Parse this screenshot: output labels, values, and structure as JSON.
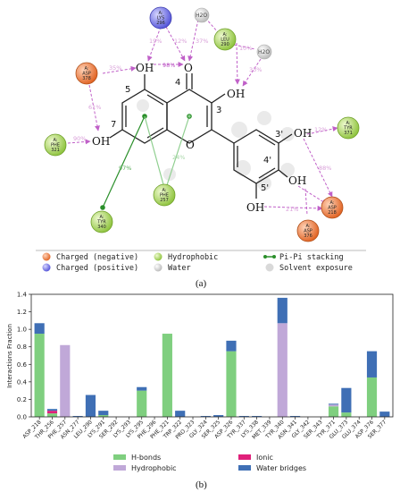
{
  "panel_a": {
    "caption": "(a)",
    "ring_labels": [
      "5",
      "4",
      "3",
      "7",
      "3'",
      "4'",
      "5'"
    ],
    "atoms": {
      "hydroxyl": "OH",
      "ring_oxygen": "O",
      "ketone_oxygen": "O"
    },
    "residues": [
      {
        "chain": "A:",
        "name": "LYS",
        "num": "296",
        "kind": "positive"
      },
      {
        "chain": "A:",
        "name": "LEU",
        "num": "290",
        "kind": "hydrophobic"
      },
      {
        "chain": "A:",
        "name": "ASP",
        "num": "378",
        "kind": "negative"
      },
      {
        "chain": "A:",
        "name": "PHE",
        "num": "321",
        "kind": "hydrophobic"
      },
      {
        "chain": "A:",
        "name": "PHE",
        "num": "257",
        "kind": "hydrophobic"
      },
      {
        "chain": "A:",
        "name": "TYR",
        "num": "340",
        "kind": "hydrophobic"
      },
      {
        "chain": "A:",
        "name": "TYR",
        "num": "371",
        "kind": "hydrophobic"
      },
      {
        "chain": "A:",
        "name": "ASP",
        "num": "218",
        "kind": "negative"
      },
      {
        "chain": "A:",
        "name": "ASP",
        "num": "376",
        "kind": "negative"
      }
    ],
    "waters": [
      "H2O",
      "H2O"
    ],
    "interaction_percents": [
      "19%",
      "12%",
      "37%",
      "98%",
      "10%",
      "61%",
      "35%",
      "33%",
      "90%",
      "97%",
      "24%",
      "88%",
      "12%",
      "21%"
    ],
    "legend": [
      {
        "label": "Charged (negative)",
        "symbol": "negative"
      },
      {
        "label": "Hydrophobic",
        "symbol": "hydrophobic"
      },
      {
        "label": "Pi-Pi stacking",
        "symbol": "pipi"
      },
      {
        "label": "Charged (positive)",
        "symbol": "positive"
      },
      {
        "label": "Water",
        "symbol": "water"
      },
      {
        "label": "Solvent exposure",
        "symbol": "solvent"
      }
    ],
    "colors": {
      "negative": "#e8743b",
      "positive": "#6f6fe8",
      "hydrophobic": "#a8d64a",
      "water": "#cfcfcf",
      "solvent": "#d9d9d9",
      "pipi": "#2a8f2a",
      "hbond": "#d070d0"
    }
  },
  "panel_b": {
    "caption": "(b)"
  },
  "chart_data": {
    "type": "bar",
    "stacked": true,
    "ylabel": "Interactions Fraction",
    "xlabel": "",
    "ylim": [
      0,
      1.4
    ],
    "yticks": [
      0.0,
      0.2,
      0.4,
      0.6,
      0.8,
      1.0,
      1.2,
      1.4
    ],
    "categories": [
      "ASP_218",
      "THR_256",
      "PHE_257",
      "ASN_277",
      "LEU_290",
      "LYS_291",
      "SER_292",
      "LYS_293",
      "LYS_295",
      "PHE_296",
      "PHE_321",
      "TRP_322",
      "PRO_323",
      "GLY_324",
      "SER_325",
      "ASP_326",
      "TYR_337",
      "LYS_338",
      "MET_339",
      "TYR_340",
      "ASN_341",
      "GLY_342",
      "SER_343",
      "TYR_371",
      "GLU_373",
      "GLU_374",
      "ASP_376",
      "SER_377"
    ],
    "series": [
      {
        "name": "H-bonds",
        "color": "#7fcf7f",
        "values": [
          0.95,
          0.04,
          0,
          0,
          0,
          0.02,
          0,
          0,
          0.3,
          0,
          0.95,
          0,
          0,
          0,
          0,
          0.75,
          0,
          0,
          0,
          0,
          0,
          0,
          0,
          0.12,
          0.05,
          0,
          0.45,
          0
        ]
      },
      {
        "name": "Hydrophobic",
        "color": "#c0a8d8",
        "values": [
          0,
          0,
          0.82,
          0,
          0,
          0,
          0,
          0,
          0,
          0,
          0,
          0,
          0,
          0,
          0,
          0,
          0,
          0,
          0,
          1.07,
          0,
          0,
          0,
          0.02,
          0,
          0,
          0,
          0
        ]
      },
      {
        "name": "Ionic",
        "color": "#e0207a",
        "values": [
          0,
          0.03,
          0,
          0,
          0,
          0,
          0,
          0,
          0,
          0,
          0,
          0,
          0,
          0,
          0,
          0,
          0,
          0,
          0,
          0,
          0,
          0,
          0,
          0,
          0,
          0,
          0,
          0
        ]
      },
      {
        "name": "Water bridges",
        "color": "#3f6fb5",
        "values": [
          0.12,
          0.02,
          0,
          0.01,
          0.25,
          0.05,
          0,
          0,
          0.04,
          0,
          0,
          0.07,
          0,
          0.01,
          0.02,
          0.12,
          0.01,
          0.01,
          0,
          0.29,
          0.01,
          0,
          0,
          0.01,
          0.28,
          0,
          0.3,
          0.06
        ]
      }
    ],
    "legend_position": "bottom",
    "grid": false
  }
}
